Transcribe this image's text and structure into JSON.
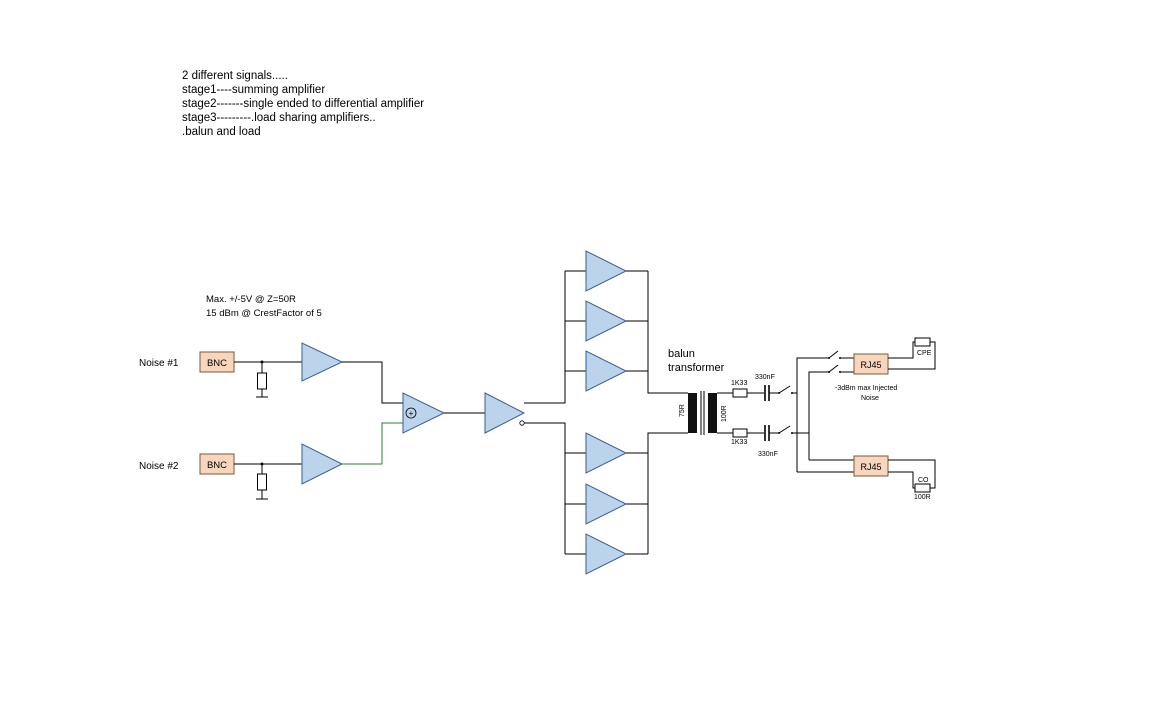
{
  "notes": [
    "2 different signals.....",
    "stage1----summing amplifier",
    "stage2-------single ended to differential amplifier",
    "stage3---------.load sharing amplifiers..",
    ".balun and load"
  ],
  "spec": [
    "Max. +/-5V @ Z=50R",
    "15 dBm @ CrestFactor of 5"
  ],
  "inputs": {
    "noise1": "Noise #1",
    "noise2": "Noise #2",
    "bnc1": "BNC",
    "bnc2": "BNC"
  },
  "sum_symbol": "+",
  "balun": {
    "line1": "balun",
    "line2": "transformer",
    "primary": "75R",
    "secondary": "100R"
  },
  "resistors": {
    "top": "1K33",
    "bottom": "1K33"
  },
  "caps": {
    "top": "330nF",
    "bottom": "330nF"
  },
  "outputs": {
    "rj45_top": "RJ45",
    "rj45_bottom": "RJ45",
    "cpe": "CPE",
    "co": "CO",
    "co_res": "100R",
    "injected_line1": "-3dBm max Injected",
    "injected_line2": "Noise"
  },
  "colors": {
    "amp_fill": "#bcd3ec",
    "connector_fill": "#f8d6bd",
    "green_wire": "#2e7d32"
  }
}
